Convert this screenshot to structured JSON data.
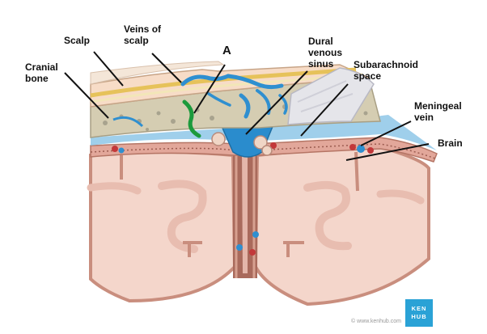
{
  "labels": {
    "scalp": "Scalp",
    "cranial_bone": "Cranial bone",
    "veins_of_scalp": "Veins of scalp",
    "marker_a": "A",
    "dural_venous_sinus": "Dural venous sinus",
    "subarachnoid_space": "Subarachnoid space",
    "meningeal_vein": "Meningeal vein",
    "brain": "Brain"
  },
  "branding": {
    "logo_line1": "KEN",
    "logo_line2": "HUB",
    "copyright": "© www.kenhub.com"
  },
  "colors": {
    "brain_tissue": "#f4d6cb",
    "brain_surface": "#c98e7e",
    "bone": "#d5cdb2",
    "scalp_skin": "#f0d6c0",
    "vein_blue": "#2f8fd0",
    "artery_red": "#c2383a",
    "emissary_green": "#1c9a3c",
    "logo_bg": "#2aa2d6"
  }
}
